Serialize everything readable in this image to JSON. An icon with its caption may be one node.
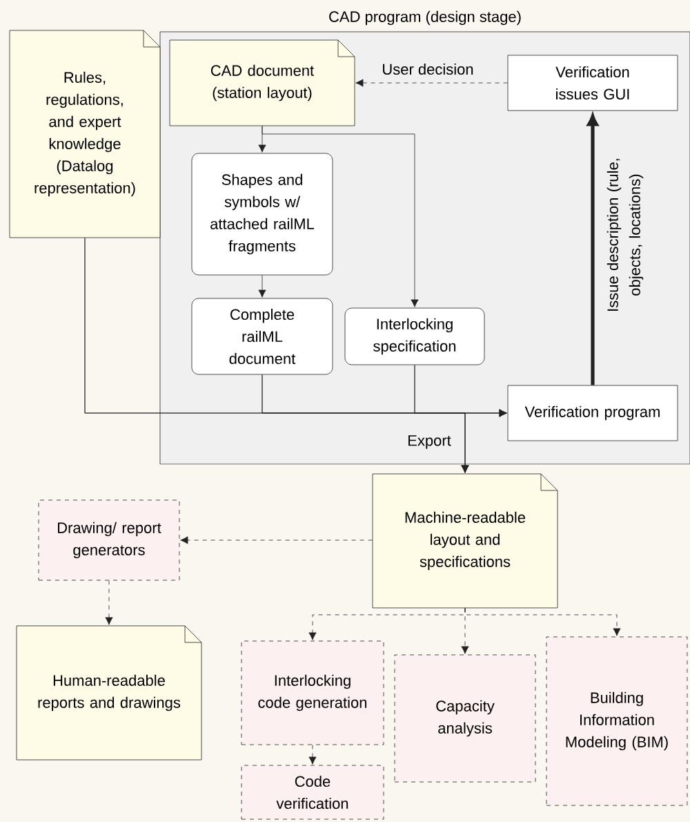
{
  "diagram": {
    "nodes": [
      {
        "text": [
          "CAD program (design stage)"
        ]
      },
      {
        "text": [
          "Rules, regulations, and expert knowledge (Datalog representation)"
        ]
      },
      {
        "text": [
          "CAD document (station layout)"
        ],
        "in": 0
      },
      {
        "text": [
          "Verification issues GUI"
        ],
        "in": 0
      },
      {
        "text": [
          "Shapes and symbols w/ attached railML fragments"
        ],
        "in": 0
      },
      {
        "text": [
          "Complete railML document"
        ],
        "in": 0
      },
      {
        "text": [
          "Interlocking specification"
        ],
        "in": 0
      },
      {
        "text": [
          "Verification program"
        ],
        "in": 0
      },
      {
        "text": [
          "Machine-readable layout and specifications"
        ]
      },
      {
        "text": [
          "Drawing/ report generators"
        ]
      },
      {
        "text": [
          "Human-readable reports and drawings"
        ]
      },
      {
        "text": [
          "Interlocking code generation"
        ]
      },
      {
        "text": [
          "Capacity analysis"
        ]
      },
      {
        "text": [
          "Building Information Modeling (BIM)"
        ]
      },
      {
        "text": [
          "Code verification"
        ]
      }
    ],
    "edges": [
      {
        "from": 3,
        "to": 2,
        "arrow": "to",
        "style": "dashed",
        "label": "User decision"
      },
      {
        "from": 2,
        "to": 4,
        "arrow": "to"
      },
      {
        "from": 2,
        "to": 6,
        "arrow": "to"
      },
      {
        "from": 4,
        "to": 5,
        "arrow": "to"
      },
      {
        "from": 1,
        "to": 7,
        "arrow": "to"
      },
      {
        "from": 5,
        "to": 7,
        "arrow": "to"
      },
      {
        "from": 6,
        "to": 7,
        "arrow": "to"
      },
      {
        "from": 7,
        "to": 3,
        "arrow": "to",
        "style": "thick",
        "label": "Issue description (rule, objects, locations)"
      },
      {
        "from": 1,
        "to": 8,
        "arrow": "to"
      },
      {
        "from": 5,
        "to": 8,
        "arrow": "to",
        "label": "Export"
      },
      {
        "from": 6,
        "to": 8,
        "arrow": "to"
      },
      {
        "from": 8,
        "to": 9,
        "arrow": "to",
        "style": "dashed"
      },
      {
        "from": 9,
        "to": 10,
        "arrow": "to",
        "style": "dashed"
      },
      {
        "from": 8,
        "to": 11,
        "arrow": "to",
        "style": "dashed"
      },
      {
        "from": 8,
        "to": 12,
        "arrow": "to",
        "style": "dashed"
      },
      {
        "from": 8,
        "to": 13,
        "arrow": "to",
        "style": "dashed"
      },
      {
        "from": 11,
        "to": 14,
        "arrow": "to",
        "style": "dashed"
      }
    ]
  }
}
